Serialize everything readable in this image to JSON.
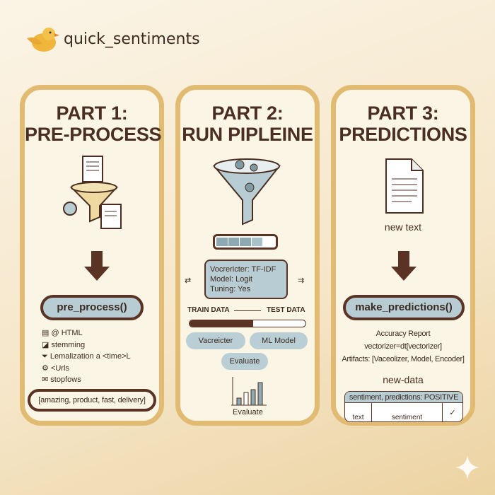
{
  "brand": {
    "name": "quick_sentiments",
    "logo": "bird-icon"
  },
  "colors": {
    "panel_border": "#e1bb72",
    "panel_bg": "#fbf5e5",
    "dark": "#4a2e22",
    "pill": "#b7cdd3"
  },
  "part1": {
    "title1": "PART 1:",
    "title2": "PRE-PROCESS",
    "function": "pre_process()",
    "steps": [
      {
        "icon": "html-icon",
        "label": "@ HTML"
      },
      {
        "icon": "stemming-icon",
        "label": "stemming"
      },
      {
        "icon": "filter-icon",
        "label": "Lemalization a <time>L"
      },
      {
        "icon": "gear-icon",
        "label": "<Urls"
      },
      {
        "icon": "mail-icon",
        "label": "stopfows"
      }
    ],
    "tokens": "[amazing, product, fast, delivery]"
  },
  "part2": {
    "title1": "PART 2:",
    "title2": "RUN PIPLEINE",
    "progress_segments_filled": 4,
    "progress_segments_total": 5,
    "config": [
      "Vocrericter: TF-IDF",
      "Model: Logit",
      "Tuning: Yes"
    ],
    "train_label": "TRAIN DATA",
    "test_label": "TEST DATA",
    "split_fraction": 0.45,
    "buttons": [
      "Vacreicter",
      "ML Model",
      "Evaluate"
    ],
    "chart_label": "Evaluate"
  },
  "part3": {
    "title1": "PART 3:",
    "title2": "PREDICTIONS",
    "input_label": "new text",
    "function": "make_predictions()",
    "report": "Accuracy Report",
    "vectorizer": "vectorizer=dt[vectorizer]",
    "artifacts": "Artifacts: [Vaceolizer, Model, Encoder]",
    "new_data": "new-data",
    "table_header": "sentiment, predictions: POSITIVE",
    "table_cols": [
      "text",
      "sentiment"
    ],
    "check": "✓"
  }
}
